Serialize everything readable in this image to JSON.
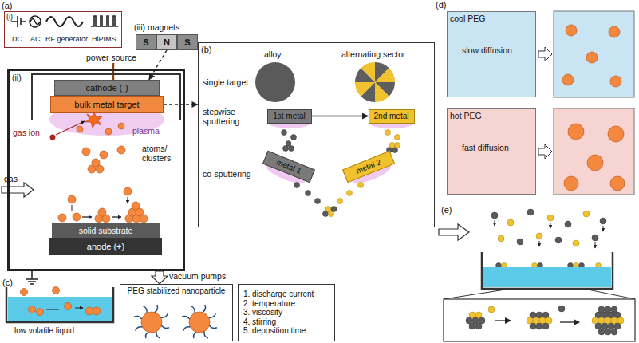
{
  "diagram": {
    "nodes": [
      {
        "text": [
          "(i)",
          "DC",
          "AC",
          "RF generator",
          "HiPIMS"
        ]
      },
      {
        "text": [
          "(iii) magnets"
        ]
      },
      {
        "text": [
          "S"
        ],
        "in": 1
      },
      {
        "text": [
          "N"
        ],
        "in": 1
      },
      {
        "text": [
          "S"
        ],
        "in": 1
      },
      {
        "text": [
          "(ii)"
        ]
      },
      {
        "text": [
          "cathode (-)"
        ],
        "in": 5
      },
      {
        "text": [
          "bulk metal target"
        ],
        "in": 5
      },
      {
        "text": [
          "solid substrate"
        ],
        "in": 5
      },
      {
        "text": [
          "anode (+)"
        ],
        "in": 5
      },
      {
        "text": [
          "(b)"
        ]
      },
      {
        "text": [
          "1st metal"
        ],
        "in": 10
      },
      {
        "text": [
          "2nd metal"
        ],
        "in": 10
      },
      {
        "text": [
          "metal 1"
        ],
        "in": 10
      },
      {
        "text": [
          "metal 2"
        ],
        "in": 10
      },
      {
        "text": [
          "PEG stabilized nanoparticle"
        ]
      },
      {
        "text": [
          "1. discharge current",
          "2. temperature",
          "3. viscosity",
          "4. stirring",
          "5. deposition time"
        ]
      },
      {
        "text": [
          "cool PEG",
          "slow diffusion"
        ]
      },
      {
        "text": [
          "hot PEG",
          "fast diffusion"
        ]
      }
    ],
    "edges": [
      {
        "from": 1,
        "to": 6,
        "arrow": "to"
      },
      {
        "from": 7,
        "to": 10,
        "arrow": "to"
      },
      {
        "from": 11,
        "to": 12,
        "arrow": "to"
      }
    ],
    "labels": [
      "(a)",
      "power source",
      "gas ion",
      "plasma",
      "atoms/ clusters",
      "gas",
      "vacuum pumps",
      "alloy",
      "alternating sector",
      "single target",
      "stepwise sputtering",
      "co-sputtering",
      "(c)",
      "low volatile liquid",
      "(d)",
      "(e)"
    ]
  }
}
